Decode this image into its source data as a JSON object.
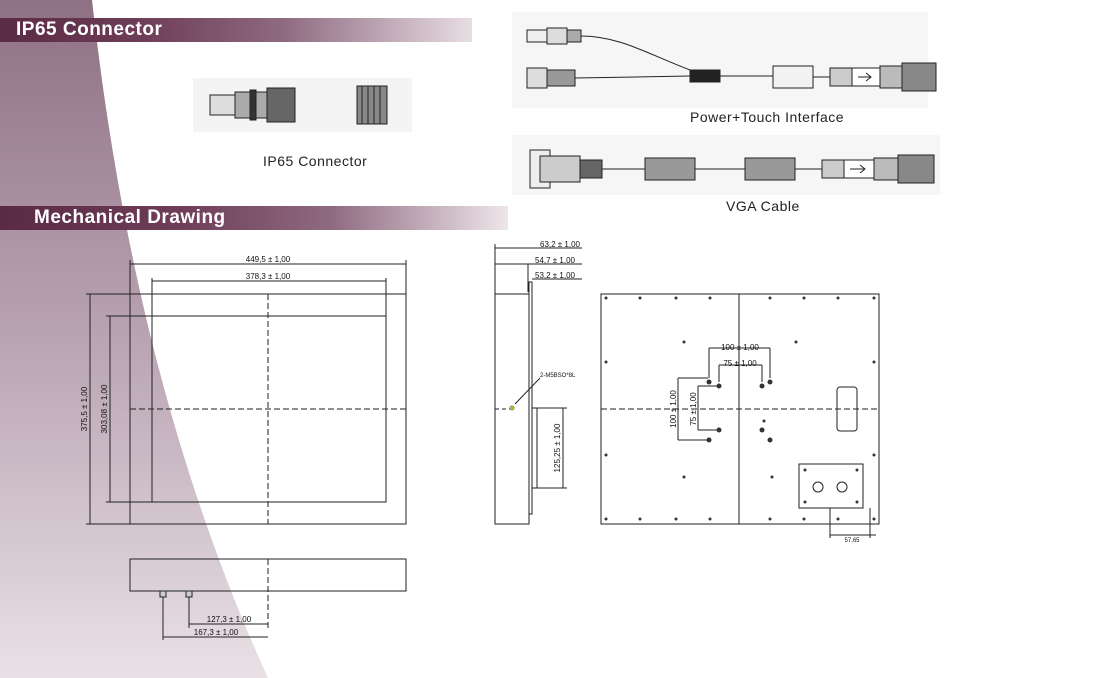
{
  "sections": {
    "ip65_title": "IP65 Connector",
    "mech_title": "Mechanical Drawing"
  },
  "captions": {
    "ip65_connector": "IP65 Connector",
    "power_touch": "Power+Touch Interface",
    "vga_cable": "VGA Cable"
  },
  "dimensions": {
    "front_width_outer": "449,5 ± 1,00",
    "front_width_inner": "378,3 ± 1,00",
    "front_height_outer": "375,5 ± 1,00",
    "front_height_inner": "303,08 ± 1,00",
    "side_depth_1": "63,2 ± 1,00",
    "side_depth_2": "54,7 ± 1,00",
    "side_depth_3": "53,2 ± 1,00",
    "side_screw_note": "2-M5BSO*8L",
    "side_height": "125,25 ± 1,00",
    "bottom_offset_1": "127,3 ± 1,00",
    "bottom_offset_2": "167,3 ± 1,00",
    "rear_vesa_h_100": "100 ± 1,00",
    "rear_vesa_h_75": "75 ± 1,00",
    "rear_vesa_v_100": "100 ± 1,00",
    "rear_vesa_v_75": "75 ± 1,00",
    "rear_bottom_small": "57,65"
  },
  "colors": {
    "band_dark": "#5a2b45",
    "swoosh": "#b9a4b2"
  }
}
